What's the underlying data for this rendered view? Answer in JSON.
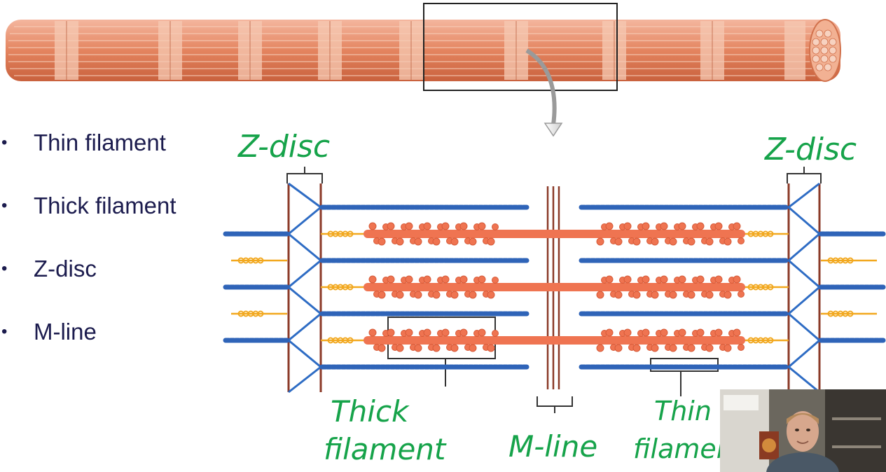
{
  "bullets": [
    {
      "label": "Thin filament"
    },
    {
      "label": "Thick filament"
    },
    {
      "label": "Z-disc"
    },
    {
      "label": "M-line"
    }
  ],
  "annotations": {
    "z_disc_left": "Z-disc",
    "z_disc_right": "Z-disc",
    "thick_line1": "Thick",
    "thick_line2": "filament",
    "m_line": "M-line",
    "thin_line1": "Thin",
    "thin_line2": "filament"
  },
  "colors": {
    "bullet_text": "#1c1c4e",
    "annotation": "#16a34a",
    "actin": "#2f64b8",
    "myosin": "#ef7451",
    "titin": "#f2a81e",
    "z_disc_line": "#2e6cc4",
    "z_disc_post": "#8b3a28",
    "fiber": "#e27a58"
  }
}
